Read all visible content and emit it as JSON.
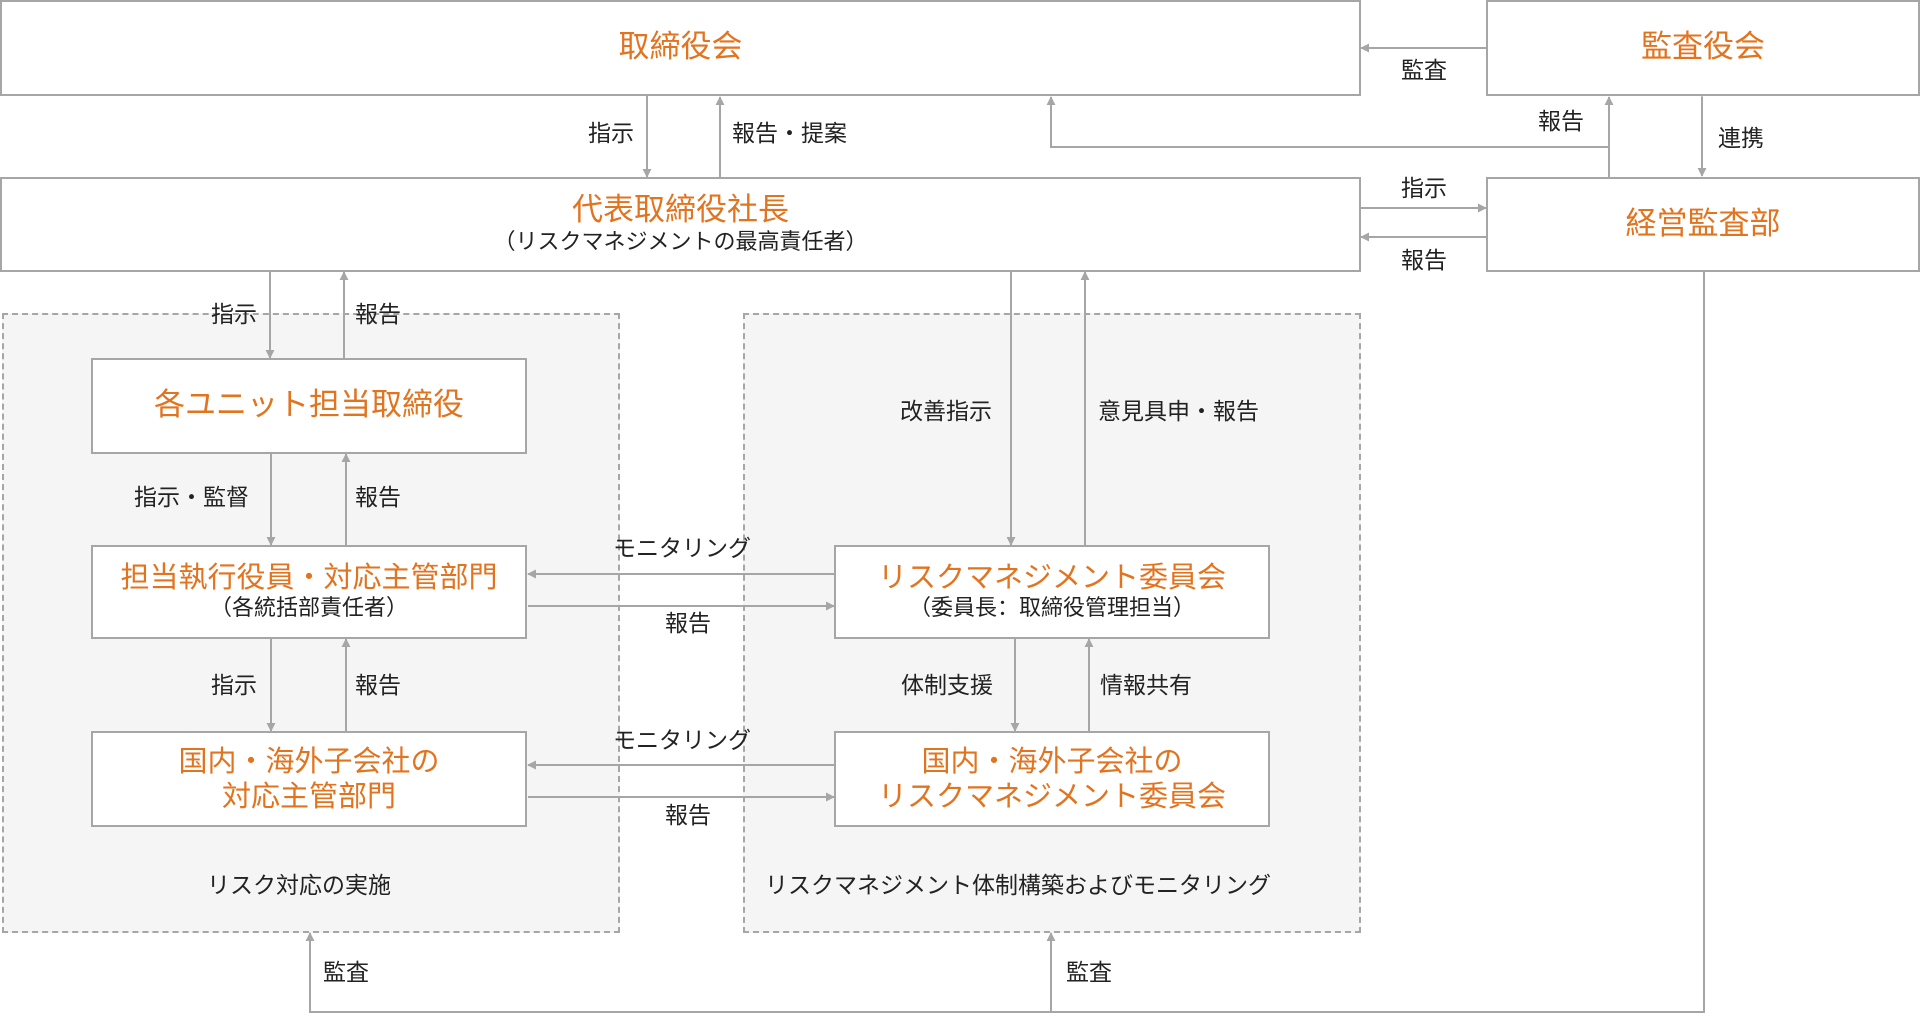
{
  "boxes": {
    "board": {
      "title": "取締役会"
    },
    "auditors": {
      "title": "監査役会"
    },
    "president": {
      "title": "代表取締役社長",
      "subtitle": "（リスクマネジメントの最高責任者）"
    },
    "internal_audit": {
      "title": "経営監査部"
    },
    "unit_directors": {
      "title": "各ユニット担当取締役"
    },
    "exec_officers": {
      "title": "担当執行役員・対応主管部門",
      "subtitle": "（各統括部責任者）"
    },
    "rm_committee": {
      "title": "リスクマネジメント委員会",
      "subtitle": "（委員長：取締役管理担当）"
    },
    "sub_depts": {
      "line1": "国内・海外子会社の",
      "line2": "対応主管部門"
    },
    "sub_committee": {
      "line1": "国内・海外子会社の",
      "line2": "リスクマネジメント委員会"
    }
  },
  "zones": {
    "left": {
      "caption": "リスク対応の実施"
    },
    "right": {
      "caption": "リスクマネジメント体制構築およびモニタリング"
    }
  },
  "labels": {
    "audit_board": "監査",
    "report_aud_board": "報告",
    "renkei": "連携",
    "instr_board_pres": "指示",
    "report_proposal": "報告・提案",
    "instr_aud_pres": "指示",
    "report_pres_aud": "報告",
    "instr_pres_unit": "指示",
    "report_unit_pres": "報告",
    "instr_supervise": "指示・監督",
    "report_exec_unit": "報告",
    "instr_exec_sub": "指示",
    "report_sub_exec": "報告",
    "improve_instr": "改善指示",
    "opinion_report": "意見具申・報告",
    "monitoring_1": "モニタリング",
    "report_exec_rm": "報告",
    "system_support": "体制支援",
    "info_sharing": "情報共有",
    "monitoring_2": "モニタリング",
    "report_sub_rm": "報告",
    "audit_left": "監査",
    "audit_right": "監査"
  },
  "colors": {
    "accent": "#e2731f",
    "line": "#a6a6a6",
    "zone_fill": "#f5f5f5",
    "text": "#222222"
  }
}
